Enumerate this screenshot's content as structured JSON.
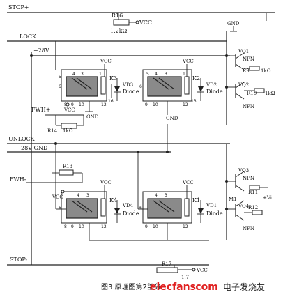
{
  "signals": {
    "stop_plus": "STOP+",
    "lock": "LOCK",
    "unlock": "UNLOCK",
    "fwh_plus": "FWH+",
    "fwh_minus": "FWH-",
    "stop_minus": "STOP-",
    "plus28v": "+28V",
    "v28gnd": "28V GND",
    "gnd": "GND",
    "vcc": "VCC",
    "vi": "+Vi",
    "m1": "M1"
  },
  "relays": {
    "k3": "K3",
    "k2": "K2",
    "k4": "K4",
    "k1": "K1"
  },
  "diodes": {
    "vd3": "VD3",
    "vd2": "VD2",
    "vd4": "VD4",
    "vd1": "VD1",
    "label": "Diode"
  },
  "transistors": {
    "vq1": "VQ1",
    "vq2": "VQ2",
    "vq3": "VQ3",
    "vq4": "VQ4",
    "type": "NPN"
  },
  "resistors": {
    "r16": "R16",
    "r16_value": "1.2kΩ",
    "r9": "R9",
    "r9_value": "1kΩ",
    "r10": "R10",
    "r10_value": "1kΩ",
    "r14": "R14",
    "r14_value": "1kΩ",
    "r13": "R13",
    "r11": "R11",
    "r12": "R12",
    "r17": "R17",
    "r17_value": "1.7"
  },
  "pins": {
    "p1": "1",
    "p3": "3",
    "p4": "4",
    "p5": "5",
    "p6": "6",
    "p8": "8",
    "p9": "9",
    "p10": "10",
    "p12": "12",
    "p13": "13",
    "p16": "16"
  },
  "caption": {
    "text": "图3 原理图第2部分"
  },
  "watermark": {
    "brand": "elecfans",
    "domain": "·com",
    "cn": "电子发烧友"
  }
}
